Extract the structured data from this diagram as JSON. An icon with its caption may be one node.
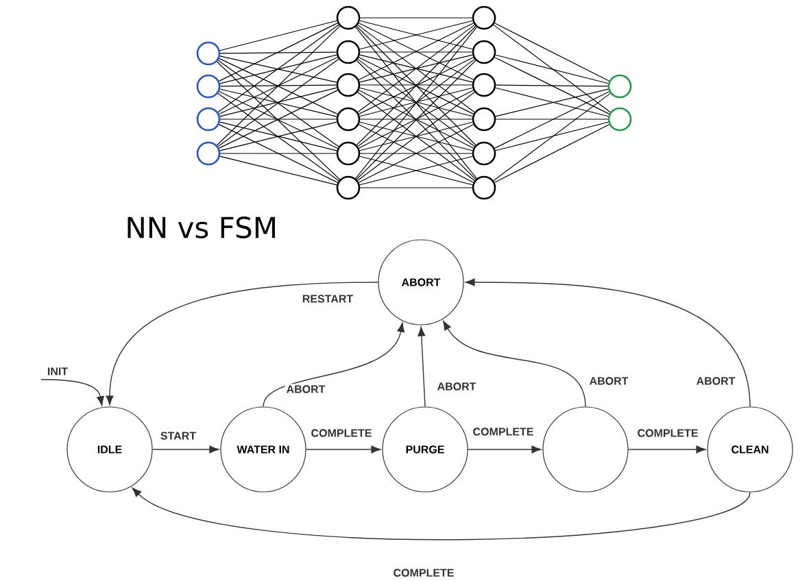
{
  "diagram": {
    "title": "NN vs FSM",
    "nodes": [
      {
        "text": [],
        "shape": "circle"
      },
      {
        "text": [],
        "shape": "circle"
      },
      {
        "text": [],
        "shape": "circle"
      },
      {
        "text": [],
        "shape": "circle"
      },
      {
        "text": [],
        "shape": "circle"
      },
      {
        "text": [],
        "shape": "circle"
      },
      {
        "text": [],
        "shape": "circle"
      },
      {
        "text": [],
        "shape": "circle"
      },
      {
        "text": [],
        "shape": "circle"
      },
      {
        "text": [],
        "shape": "circle"
      },
      {
        "text": [],
        "shape": "circle"
      },
      {
        "text": [],
        "shape": "circle"
      },
      {
        "text": [],
        "shape": "circle"
      },
      {
        "text": [],
        "shape": "circle"
      },
      {
        "text": [],
        "shape": "circle"
      },
      {
        "text": [],
        "shape": "circle"
      },
      {
        "text": [],
        "shape": "circle"
      },
      {
        "text": [],
        "shape": "circle"
      },
      {
        "text": [
          "ABORT"
        ]
      },
      {
        "text": [
          "IDLE"
        ]
      },
      {
        "text": [
          "WATER IN"
        ]
      },
      {
        "text": [
          "PURGE"
        ]
      },
      {
        "text": [],
        "shape": "circle"
      },
      {
        "text": [
          "CLEAN"
        ]
      }
    ],
    "edges": [
      {
        "from": 0,
        "to": 4,
        "arrow": "none"
      },
      {
        "from": 0,
        "to": 5,
        "arrow": "none"
      },
      {
        "from": 0,
        "to": 6,
        "arrow": "none"
      },
      {
        "from": 0,
        "to": 7,
        "arrow": "none"
      },
      {
        "from": 0,
        "to": 8,
        "arrow": "none"
      },
      {
        "from": 0,
        "to": 9,
        "arrow": "none"
      },
      {
        "from": 1,
        "to": 4,
        "arrow": "none"
      },
      {
        "from": 1,
        "to": 5,
        "arrow": "none"
      },
      {
        "from": 1,
        "to": 6,
        "arrow": "none"
      },
      {
        "from": 1,
        "to": 7,
        "arrow": "none"
      },
      {
        "from": 1,
        "to": 8,
        "arrow": "none"
      },
      {
        "from": 1,
        "to": 9,
        "arrow": "none"
      },
      {
        "from": 2,
        "to": 4,
        "arrow": "none"
      },
      {
        "from": 2,
        "to": 5,
        "arrow": "none"
      },
      {
        "from": 2,
        "to": 6,
        "arrow": "none"
      },
      {
        "from": 2,
        "to": 7,
        "arrow": "none"
      },
      {
        "from": 2,
        "to": 8,
        "arrow": "none"
      },
      {
        "from": 2,
        "to": 9,
        "arrow": "none"
      },
      {
        "from": 3,
        "to": 4,
        "arrow": "none"
      },
      {
        "from": 3,
        "to": 5,
        "arrow": "none"
      },
      {
        "from": 3,
        "to": 6,
        "arrow": "none"
      },
      {
        "from": 3,
        "to": 7,
        "arrow": "none"
      },
      {
        "from": 3,
        "to": 8,
        "arrow": "none"
      },
      {
        "from": 3,
        "to": 9,
        "arrow": "none"
      },
      {
        "from": 4,
        "to": 10,
        "arrow": "none"
      },
      {
        "from": 4,
        "to": 11,
        "arrow": "none"
      },
      {
        "from": 4,
        "to": 12,
        "arrow": "none"
      },
      {
        "from": 4,
        "to": 13,
        "arrow": "none"
      },
      {
        "from": 4,
        "to": 14,
        "arrow": "none"
      },
      {
        "from": 4,
        "to": 15,
        "arrow": "none"
      },
      {
        "from": 5,
        "to": 10,
        "arrow": "none"
      },
      {
        "from": 5,
        "to": 11,
        "arrow": "none"
      },
      {
        "from": 5,
        "to": 12,
        "arrow": "none"
      },
      {
        "from": 5,
        "to": 13,
        "arrow": "none"
      },
      {
        "from": 5,
        "to": 14,
        "arrow": "none"
      },
      {
        "from": 5,
        "to": 15,
        "arrow": "none"
      },
      {
        "from": 6,
        "to": 10,
        "arrow": "none"
      },
      {
        "from": 6,
        "to": 11,
        "arrow": "none"
      },
      {
        "from": 6,
        "to": 12,
        "arrow": "none"
      },
      {
        "from": 6,
        "to": 13,
        "arrow": "none"
      },
      {
        "from": 6,
        "to": 14,
        "arrow": "none"
      },
      {
        "from": 6,
        "to": 15,
        "arrow": "none"
      },
      {
        "from": 7,
        "to": 10,
        "arrow": "none"
      },
      {
        "from": 7,
        "to": 11,
        "arrow": "none"
      },
      {
        "from": 7,
        "to": 12,
        "arrow": "none"
      },
      {
        "from": 7,
        "to": 13,
        "arrow": "none"
      },
      {
        "from": 7,
        "to": 14,
        "arrow": "none"
      },
      {
        "from": 7,
        "to": 15,
        "arrow": "none"
      },
      {
        "from": 8,
        "to": 10,
        "arrow": "none"
      },
      {
        "from": 8,
        "to": 11,
        "arrow": "none"
      },
      {
        "from": 8,
        "to": 12,
        "arrow": "none"
      },
      {
        "from": 8,
        "to": 13,
        "arrow": "none"
      },
      {
        "from": 8,
        "to": 14,
        "arrow": "none"
      },
      {
        "from": 8,
        "to": 15,
        "arrow": "none"
      },
      {
        "from": 9,
        "to": 10,
        "arrow": "none"
      },
      {
        "from": 9,
        "to": 11,
        "arrow": "none"
      },
      {
        "from": 9,
        "to": 12,
        "arrow": "none"
      },
      {
        "from": 9,
        "to": 13,
        "arrow": "none"
      },
      {
        "from": 9,
        "to": 14,
        "arrow": "none"
      },
      {
        "from": 9,
        "to": 15,
        "arrow": "none"
      },
      {
        "from": 10,
        "to": 16,
        "arrow": "none"
      },
      {
        "from": 10,
        "to": 17,
        "arrow": "none"
      },
      {
        "from": 11,
        "to": 16,
        "arrow": "none"
      },
      {
        "from": 11,
        "to": 17,
        "arrow": "none"
      },
      {
        "from": 12,
        "to": 16,
        "arrow": "none"
      },
      {
        "from": 12,
        "to": 17,
        "arrow": "none"
      },
      {
        "from": 13,
        "to": 16,
        "arrow": "none"
      },
      {
        "from": 13,
        "to": 17,
        "arrow": "none"
      },
      {
        "from": 14,
        "to": 16,
        "arrow": "none"
      },
      {
        "from": 14,
        "to": 17,
        "arrow": "none"
      },
      {
        "from": 15,
        "to": 16,
        "arrow": "none"
      },
      {
        "from": 15,
        "to": 17,
        "arrow": "none"
      },
      {
        "from": null,
        "to": 19,
        "arrow": "to",
        "label": "INIT"
      },
      {
        "from": 19,
        "to": 20,
        "arrow": "to",
        "label": "START"
      },
      {
        "from": 20,
        "to": 21,
        "arrow": "to",
        "label": "COMPLETE"
      },
      {
        "from": 21,
        "to": 22,
        "arrow": "to",
        "label": "COMPLETE"
      },
      {
        "from": 22,
        "to": 23,
        "arrow": "to",
        "label": "COMPLETE"
      },
      {
        "from": 23,
        "to": 19,
        "arrow": "to",
        "label": "COMPLETE"
      },
      {
        "from": 18,
        "to": 19,
        "arrow": "to",
        "label": "RESTART"
      },
      {
        "from": 20,
        "to": 18,
        "arrow": "to",
        "label": "ABORT"
      },
      {
        "from": 21,
        "to": 18,
        "arrow": "to",
        "label": "ABORT"
      },
      {
        "from": 22,
        "to": 18,
        "arrow": "to",
        "label": "ABORT"
      },
      {
        "from": 23,
        "to": 18,
        "arrow": "to",
        "label": "ABORT"
      }
    ]
  }
}
